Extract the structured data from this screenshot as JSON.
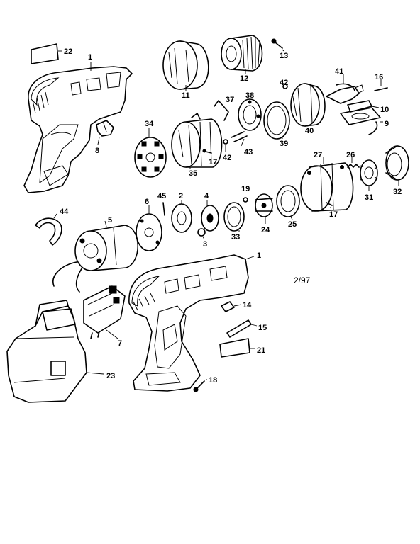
{
  "diagram": {
    "date_code": "2/97",
    "callouts": {
      "c22": "22",
      "c1a": "1",
      "c8": "8",
      "c11": "11",
      "c12": "12",
      "c13": "13",
      "c41": "41",
      "c16": "16",
      "c42a": "42",
      "c38": "38",
      "c37": "37",
      "c10": "10",
      "c9": "9",
      "c39": "39",
      "c40": "40",
      "c34": "34",
      "c35": "35",
      "c17a": "17",
      "c42b": "42",
      "c43": "43",
      "c27": "27",
      "c26": "26",
      "c45": "45",
      "c2": "2",
      "c4": "4",
      "c19": "19",
      "c6": "6",
      "c33": "33",
      "c24": "24",
      "c25": "25",
      "c31": "31",
      "c32": "32",
      "c17b": "17",
      "c44": "44",
      "c5": "5",
      "c3": "3",
      "c1b": "1",
      "c14": "14",
      "c15": "15",
      "c21": "21",
      "c7": "7",
      "c23": "23",
      "c18": "18"
    }
  }
}
